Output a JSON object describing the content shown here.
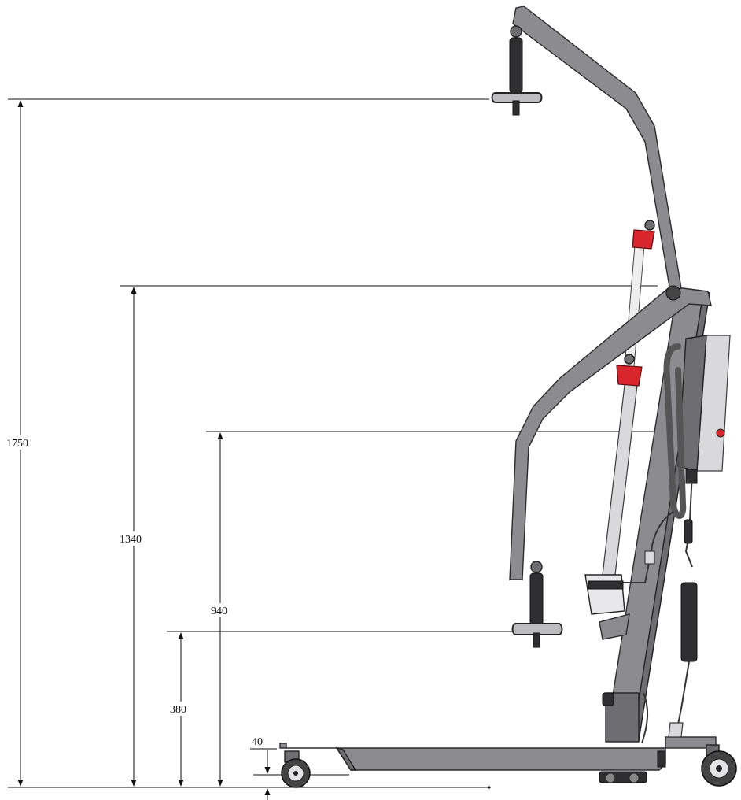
{
  "dimensions": [
    {
      "id": "dim-1750",
      "label": "1750"
    },
    {
      "id": "dim-1340",
      "label": "1340"
    },
    {
      "id": "dim-940",
      "label": "940"
    },
    {
      "id": "dim-380",
      "label": "380"
    },
    {
      "id": "dim-40",
      "label": "40"
    }
  ],
  "colors": {
    "frame": "#8c8c90",
    "actuator_accent": "#d9262c",
    "line": "#111111"
  }
}
